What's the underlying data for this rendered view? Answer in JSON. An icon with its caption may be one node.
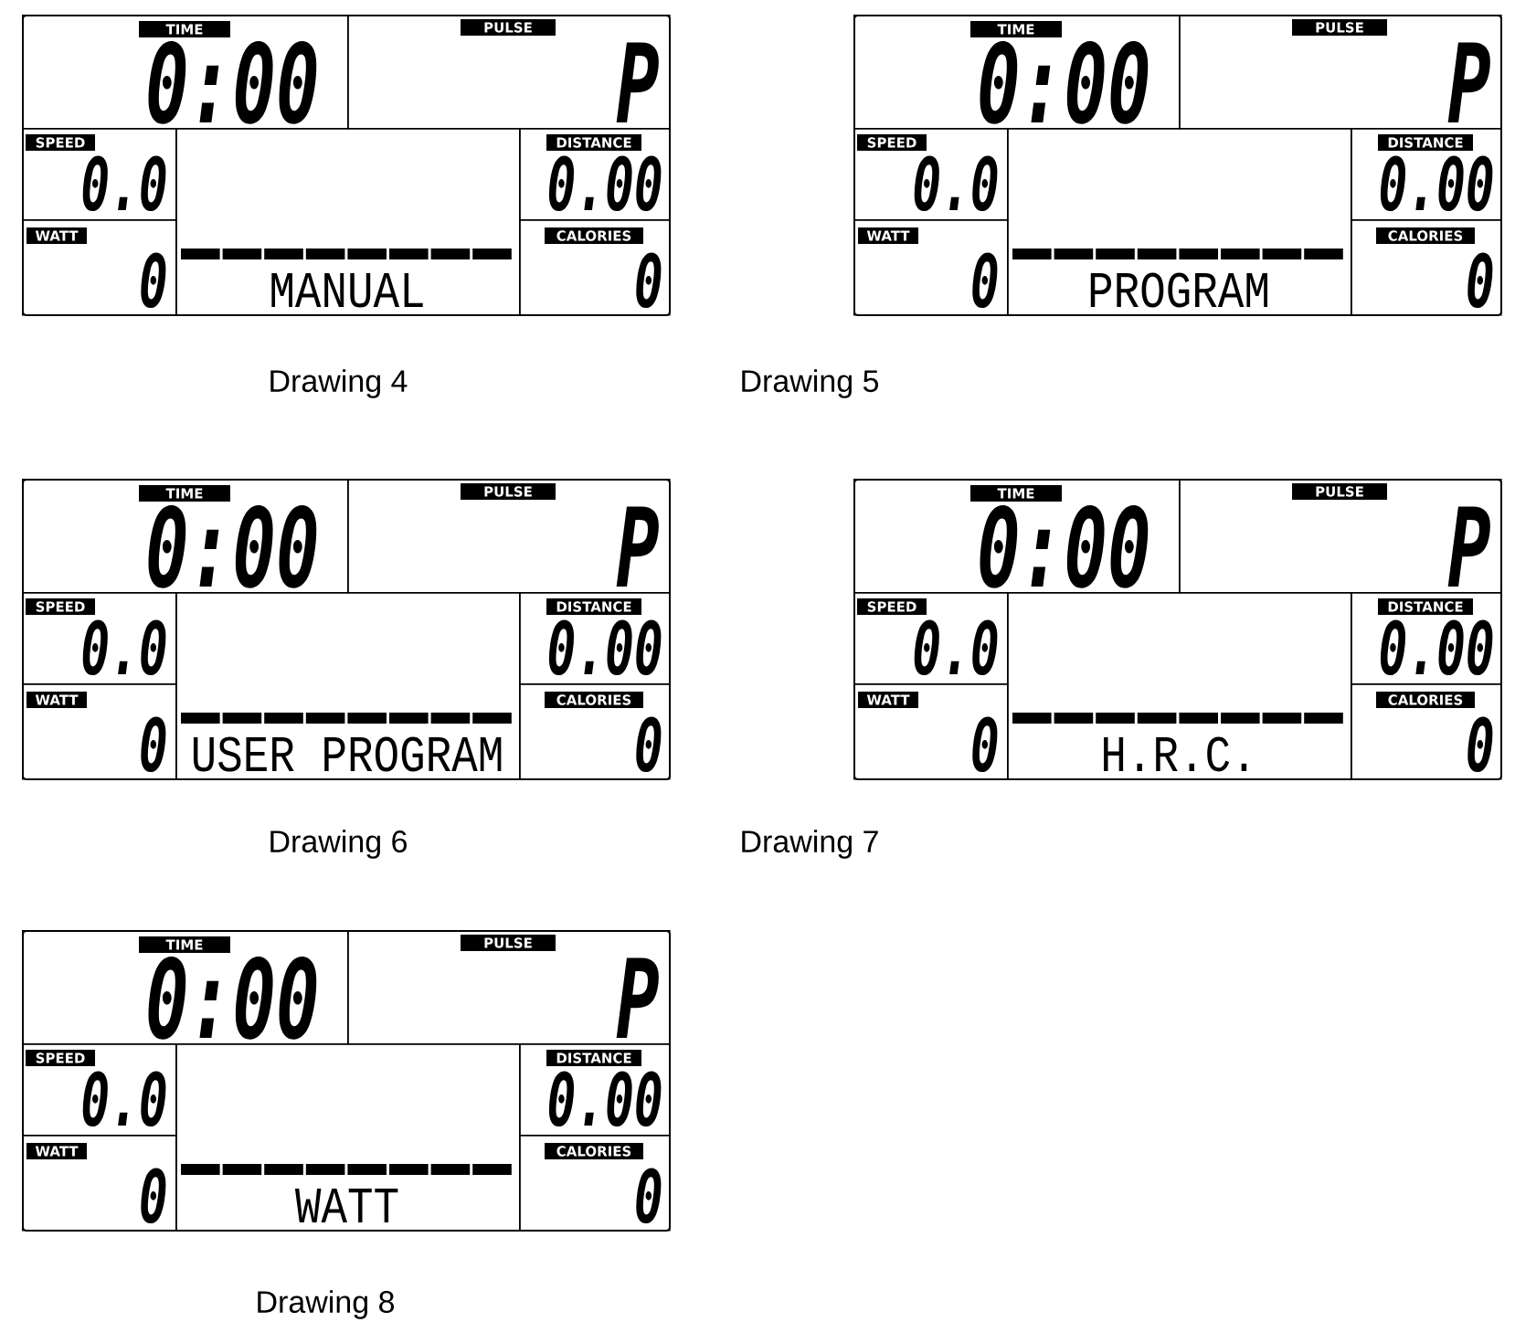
{
  "diagram": {
    "nodes": [
      {
        "text": [],
        "shape": "box",
        "beside": [
          "Drawing 4"
        ]
      },
      {
        "text": [
          "TIME",
          "0:00"
        ],
        "in": 0
      },
      {
        "text": [
          "PULSE",
          "P"
        ],
        "in": 0
      },
      {
        "text": [
          "SPEED",
          "0.0"
        ],
        "in": 0
      },
      {
        "text": [
          "MANUAL"
        ],
        "in": 0
      },
      {
        "text": [
          "DISTANCE",
          "0.00"
        ],
        "in": 0
      },
      {
        "text": [
          "WATT",
          "0"
        ],
        "in": 0
      },
      {
        "text": [
          "CALORIES",
          "0"
        ],
        "in": 0
      },
      {
        "text": [],
        "shape": "box",
        "beside": [
          "Drawing 5"
        ]
      },
      {
        "text": [
          "TIME",
          "0:00"
        ],
        "in": 8
      },
      {
        "text": [
          "PULSE",
          "P"
        ],
        "in": 8
      },
      {
        "text": [
          "SPEED",
          "0.0"
        ],
        "in": 8
      },
      {
        "text": [
          "PROGRAM"
        ],
        "in": 8
      },
      {
        "text": [
          "DISTANCE",
          "0.00"
        ],
        "in": 8
      },
      {
        "text": [
          "WATT",
          "0"
        ],
        "in": 8
      },
      {
        "text": [
          "CALORIES",
          "0"
        ],
        "in": 8
      },
      {
        "text": [],
        "shape": "box",
        "beside": [
          "Drawing 6"
        ]
      },
      {
        "text": [
          "TIME",
          "0:00"
        ],
        "in": 16
      },
      {
        "text": [
          "PULSE",
          "P"
        ],
        "in": 16
      },
      {
        "text": [
          "SPEED",
          "0.0"
        ],
        "in": 16
      },
      {
        "text": [
          "USER PROGRAM"
        ],
        "in": 16
      },
      {
        "text": [
          "DISTANCE",
          "0.00"
        ],
        "in": 16
      },
      {
        "text": [
          "WATT",
          "0"
        ],
        "in": 16
      },
      {
        "text": [
          "CALORIES",
          "0"
        ],
        "in": 16
      },
      {
        "text": [],
        "shape": "box",
        "beside": [
          "Drawing 7"
        ]
      },
      {
        "text": [
          "TIME",
          "0:00"
        ],
        "in": 24
      },
      {
        "text": [
          "PULSE",
          "P"
        ],
        "in": 24
      },
      {
        "text": [
          "SPEED",
          "0.0"
        ],
        "in": 24
      },
      {
        "text": [
          "H.R.C."
        ],
        "in": 24
      },
      {
        "text": [
          "DISTANCE",
          "0.00"
        ],
        "in": 24
      },
      {
        "text": [
          "WATT",
          "0"
        ],
        "in": 24
      },
      {
        "text": [
          "CALORIES",
          "0"
        ],
        "in": 24
      },
      {
        "text": [],
        "shape": "box",
        "beside": [
          "Drawing 8"
        ]
      },
      {
        "text": [
          "TIME",
          "0:00"
        ],
        "in": 32
      },
      {
        "text": [
          "PULSE",
          "P"
        ],
        "in": 32
      },
      {
        "text": [
          "SPEED",
          "0.0"
        ],
        "in": 32
      },
      {
        "text": [
          "WATT"
        ],
        "in": 32
      },
      {
        "text": [
          "DISTANCE",
          "0.00"
        ],
        "in": 32
      },
      {
        "text": [
          "WATT",
          "0"
        ],
        "in": 32
      },
      {
        "text": [
          "CALORIES",
          "0"
        ],
        "in": 32
      }
    ]
  }
}
